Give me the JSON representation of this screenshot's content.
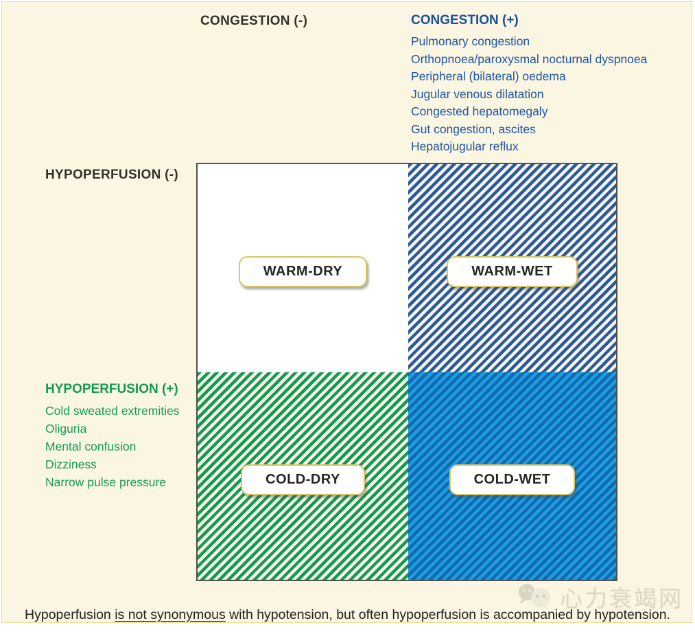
{
  "axes": {
    "congestion_neg": "CONGESTION (-)",
    "congestion_pos": {
      "title": "CONGESTION (+)",
      "items": [
        "Pulmonary congestion",
        "Orthopnoea/paroxysmal nocturnal dyspnoea",
        "Peripheral (bilateral) oedema",
        "Jugular venous dilatation",
        "Congested hepatomegaly",
        "Gut congestion, ascites",
        "Hepatojugular reflux"
      ]
    },
    "hypoperfusion_neg": "HYPOPERFUSION (-)",
    "hypoperfusion_pos": {
      "title": "HYPOPERFUSION (+)",
      "items": [
        "Cold sweated extremities",
        "Oliguria",
        "Mental confusion",
        "Dizziness",
        "Narrow pulse pressure"
      ]
    }
  },
  "quadrants": {
    "warm_dry": "WARM-DRY",
    "warm_wet": "WARM-WET",
    "cold_dry": "COLD-DRY",
    "cold_wet": "COLD-WET"
  },
  "footnote": {
    "part1": "Hypoperfusion ",
    "underlined": "is not synonymous",
    "part2": " with hypotension, but often hypoperfusion is accompanied by hypotension."
  },
  "watermark": {
    "text": "心力衰竭网"
  },
  "colors": {
    "panel_bg": "#FAF6E2",
    "blue_text": "#1d55a5",
    "green_text": "#169c53",
    "navy_stripe": "#2a5a9c",
    "green_stripe": "#149a56",
    "cold_wet_bg": "#1c9de4",
    "cold_wet_stripe": "#1269ae",
    "pill_border": "#d9c464",
    "grid_border": "#53524a"
  }
}
